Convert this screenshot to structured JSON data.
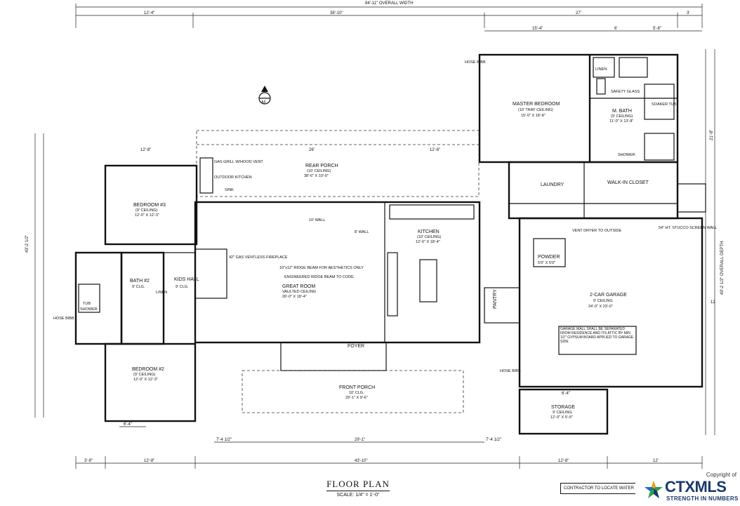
{
  "plan": {
    "overall_width": "84'-11\" OVERALL WIDTH",
    "overall_depth": "43'-2 1/2\" OVERALL DEPTH",
    "title": "FLOOR PLAN",
    "scale": "SCALE: 1/4\" = 1'-0\"",
    "note": "CONTRACTOR TO LOCATE WATER",
    "section_marker": "A5",
    "rooms": {
      "master_bedroom": {
        "name": "MASTER BEDROOM",
        "ceiling": "(10' TRAY CEILING)",
        "size": "15'-0\" X 18'-8\""
      },
      "m_bath": {
        "name": "M. BATH",
        "ceiling": "(9' CEILING)",
        "size": "11'-0\" X 13'-8\""
      },
      "rear_porch": {
        "name": "REAR PORCH",
        "ceiling": "(10' CEILING)",
        "size": "38'-6\" X 10'-0\""
      },
      "outdoor_kitchen": {
        "name": "OUTDOOR KITCHEN",
        "note": "GAS GRILL W/HOOD VENT",
        "sink": "SINK"
      },
      "bedroom3": {
        "name": "BEDROOM #3",
        "ceiling": "(9' CEILING)",
        "size": "12'-0\" X 12'-3\""
      },
      "bedroom2": {
        "name": "BEDROOM #2",
        "ceiling": "(9' CEILING)",
        "size": "12'-0\" X 12'-3\""
      },
      "bath2": {
        "name": "BATH #2",
        "ceiling": "9' CLG."
      },
      "kids_hall": {
        "name": "KIDS HALL",
        "ceiling": "9' CLG."
      },
      "great_room": {
        "name": "GREAT ROOM",
        "ceiling": "VAULTED CEILING",
        "size": "26'-0\" X 18'-4\""
      },
      "kitchen": {
        "name": "KITCHEN",
        "ceiling": "(10' CEILING)",
        "size": "12'-6\" X 18'-4\""
      },
      "foyer": {
        "name": "FOYER"
      },
      "front_porch": {
        "name": "FRONT PORCH",
        "ceiling": "10' CLG.",
        "size": "29'-1\" X 9'-6\""
      },
      "laundry": {
        "name": "LAUNDRY"
      },
      "walk_in_closet": {
        "name": "WALK-IN CLOSET"
      },
      "powder": {
        "name": "POWDER",
        "size": "5'0\" X 5'0\""
      },
      "garage": {
        "name": "2-CAR GARAGE",
        "ceiling": "9' CEILING",
        "size": "24'-0\" X 23'-0\""
      },
      "pantry": {
        "name": "PANTRY"
      },
      "storage": {
        "name": "STORAGE",
        "ceiling": "9' CEILING",
        "size": "12'-0\" X 5'-9\""
      }
    },
    "notes": {
      "fireplace": "42\" GAS VENTLESS FIREPLACE",
      "ridge_beam": "10\"x12\" RIDGE BEAM FOR AESTHETICS ONLY",
      "engineered_beam": "ENGINEERED RIDGE BEAM TO CODE",
      "garage_wall": "GARAGE WALL SHALL BE SEPARATED FROM RESIDENCE AND ITS ATTIC BY MIN 1/2\" GYPSUM BOARD APPLIED TO GARAGE SIDE",
      "hose": "HOSE BIBB",
      "shower": "SHOWER",
      "tub": "TUB",
      "linen": "LINEN",
      "soaker_tub": "SOAKER TUB",
      "safety_glass": "SAFETY GLASS",
      "wall_10": "10' WALL",
      "wall_8": "8' WALL",
      "vent": "VENT DRYER TO OUTSIDE",
      "stucco_wall": "54\" HT. STUCCO SCREEN WALL"
    },
    "dims": {
      "top_left": "12'-4\"",
      "top_mid": "38'-10\"",
      "top_right1": "27'",
      "top_right2": "3'",
      "second_a": "15'-4\"",
      "second_b": "6'",
      "second_c": "5'-8\"",
      "porch_left": "12'-8\"",
      "porch_mid": "26'",
      "porch_right": "12'-6\"",
      "bottom_left": "3'-9\"",
      "bottom_a": "12'-8\"",
      "bottom_mid": "43'-10\"",
      "bottom_b": "12'-8\"",
      "bottom_c": "12'",
      "front_mid": "29'-1\"",
      "front_left": "7'-4 1/2\"",
      "front_right": "7'-4 1/2\"",
      "storage_dim": "6'-4\"",
      "bedroom_dim": "6'-4\"",
      "side_left": "43'-2 1/2\"",
      "side_right": "21'-8\"",
      "side_right2": "12"
    }
  },
  "logo": {
    "copyright": "Copyright of",
    "name": "CTXMLS",
    "tagline": "STRENGTH IN NUMBERS",
    "colors": {
      "primary": "#1a3a6e",
      "star_orange": "#f39c12",
      "star_green": "#2e9e4a",
      "star_blue": "#1a6fc1"
    }
  }
}
